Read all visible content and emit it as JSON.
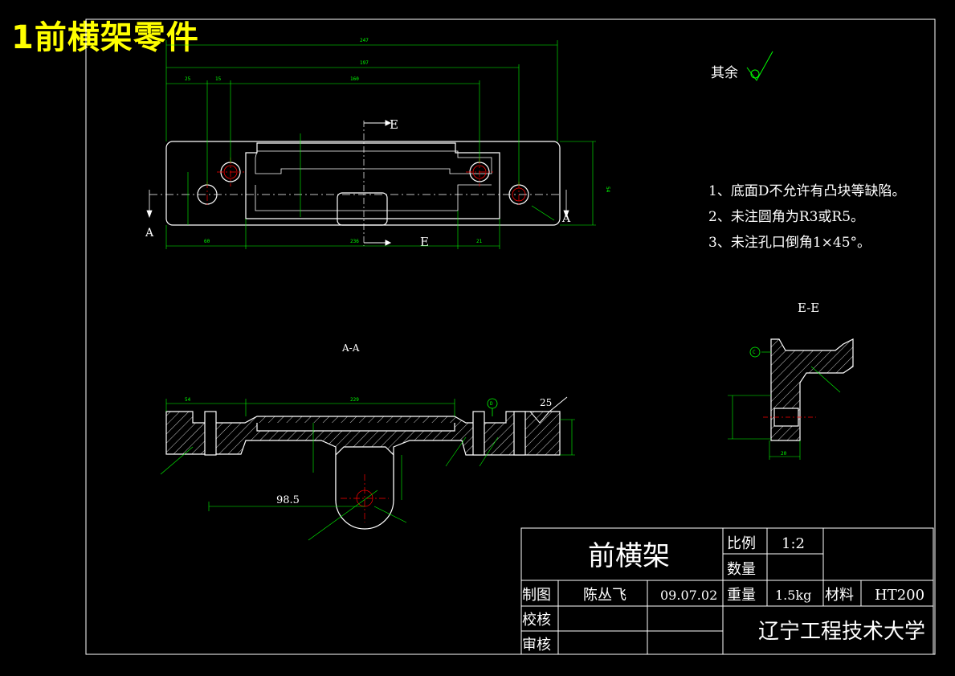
{
  "page_title": "1前横架零件",
  "rest_finish": {
    "label": "其余"
  },
  "notes": [
    "1、底面D不允许有凸块等缺陷。",
    "2、未注圆角为R3或R5。",
    "3、未注孔口倒角1×45°。"
  ],
  "section_labels": {
    "section_a_left": "A",
    "section_a_right": "A",
    "section_e_top": "E",
    "section_e_bottom": "E",
    "view_aa": "A-A",
    "view_ee": "E-E"
  },
  "top_view_dims": [
    "247",
    "197",
    "160",
    "25",
    "15",
    "60",
    "236",
    "21",
    "54"
  ],
  "section_aa_dims": {
    "d54": "54",
    "d229": "229",
    "roughness": "25",
    "d98_5": "98.5",
    "datum": "D"
  },
  "section_ee_dims": {
    "datum": "C",
    "d20": "20"
  },
  "title_block": {
    "part_name": "前横架",
    "scale_label": "比例",
    "scale_value": "1:2",
    "qty_label": "数量",
    "drawn_label": "制图",
    "drawn_by": "陈丛飞",
    "date": "09.07.02",
    "weight_label": "重量",
    "weight_value": "1.5kg",
    "material_label": "材料",
    "material_value": "HT200",
    "check_label": "校核",
    "review_label": "审核",
    "school": "辽宁工程技术大学"
  },
  "colors": {
    "line": "#ffffff",
    "dim": "#00ff00",
    "center": "#ff0000",
    "title": "#ffff00"
  }
}
